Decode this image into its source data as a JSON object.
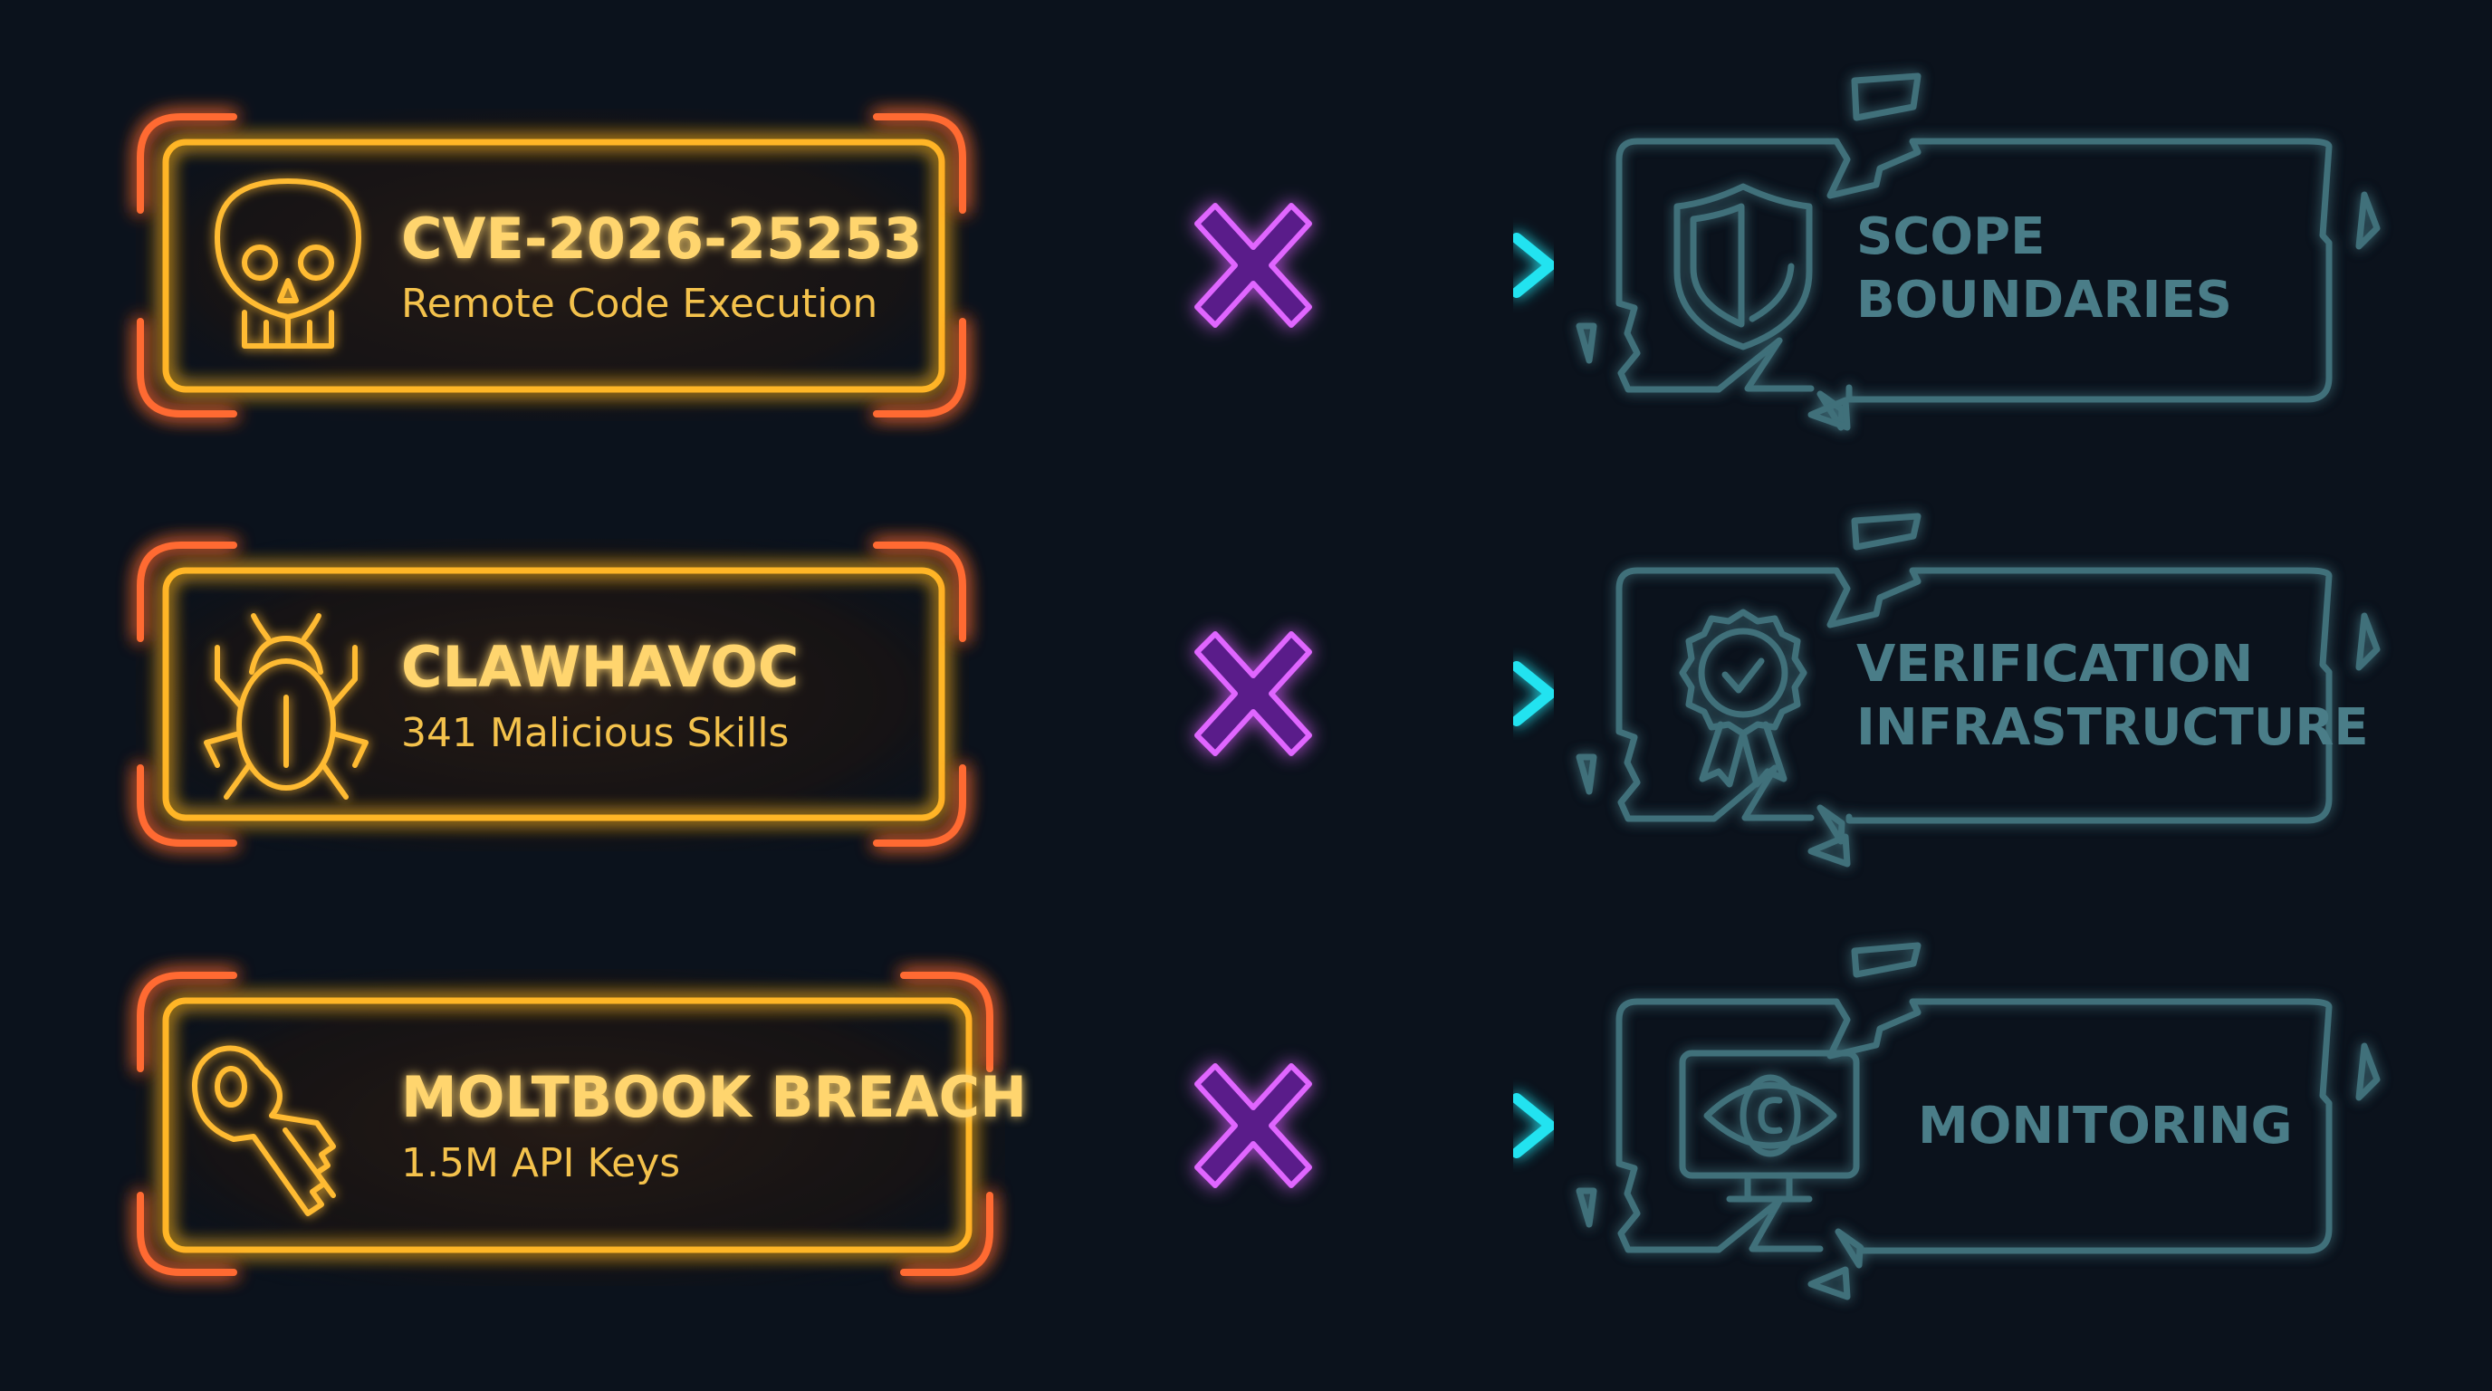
{
  "colors": {
    "background": "#0b121c",
    "threat_box": "#ffb627",
    "threat_bracket": "#ff6a33",
    "threat_title": "#ffd56e",
    "threat_subtitle": "#f4c24c",
    "connector": "#22e3f0",
    "blocker": "#e066ff",
    "defense": "#3f6f7a"
  },
  "rows": [
    {
      "threat": {
        "icon": "skull-icon",
        "title": "CVE-2026-25253",
        "subtitle": "Remote Code Execution"
      },
      "connector": {
        "status": "blocked",
        "blocker_icon": "x-icon"
      },
      "defense": {
        "icon": "shield-icon",
        "label_lines": [
          "SCOPE",
          "BOUNDARIES"
        ],
        "state": "broken"
      }
    },
    {
      "threat": {
        "icon": "bug-icon",
        "title": "CLAWHAVOC",
        "subtitle": "341 Malicious Skills"
      },
      "connector": {
        "status": "blocked",
        "blocker_icon": "x-icon"
      },
      "defense": {
        "icon": "badge-check-icon",
        "label_lines": [
          "VERIFICATION",
          "INFRASTRUCTURE"
        ],
        "state": "broken"
      }
    },
    {
      "threat": {
        "icon": "key-icon",
        "title": "MOLTBOOK BREACH",
        "subtitle": "1.5M API Keys"
      },
      "connector": {
        "status": "blocked",
        "blocker_icon": "x-icon"
      },
      "defense": {
        "icon": "monitor-eye-icon",
        "label_lines": [
          "MONITORING"
        ],
        "state": "broken"
      }
    }
  ]
}
